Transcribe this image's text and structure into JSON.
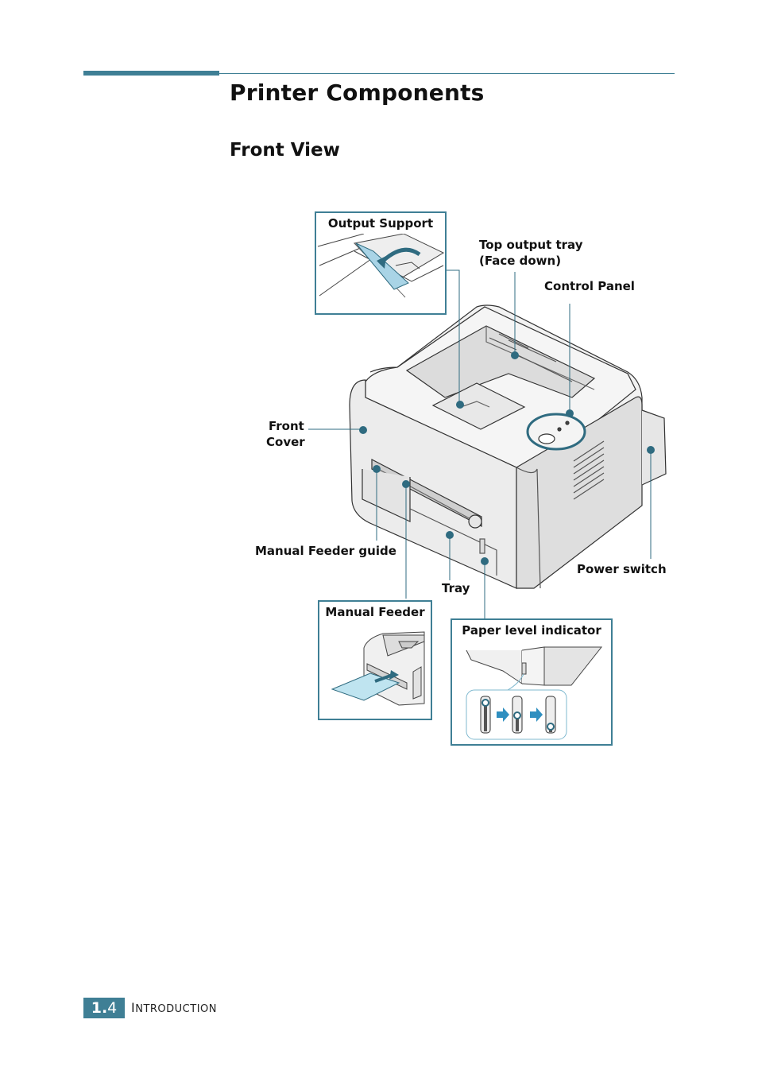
{
  "heading": "Printer Components",
  "subheading": "Front View",
  "callouts": {
    "output_support": "Output Support",
    "top_output_tray_1": "Top output tray",
    "top_output_tray_2": "(Face down)",
    "control_panel": "Control Panel",
    "front_cover_1": "Front",
    "front_cover_2": "Cover",
    "manual_feeder_guide": "Manual Feeder guide",
    "power_switch": "Power switch",
    "tray": "Tray",
    "manual_feeder": "Manual Feeder",
    "paper_level_indicator": "Paper level indicator"
  },
  "footer": {
    "page_chapter": "1.",
    "page_num": "4",
    "section_initial": "I",
    "section_rest": "NTRODUCTION"
  },
  "colors": {
    "accent": "#3f7f95",
    "callout_dot": "#2f6b80"
  }
}
